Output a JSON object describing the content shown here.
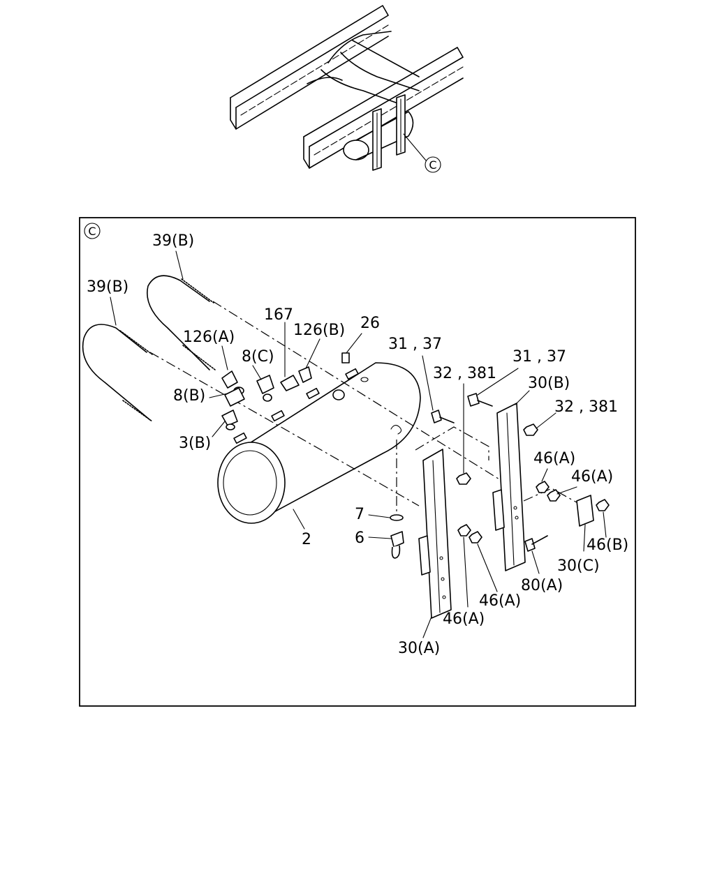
{
  "overview": {
    "callout": "C"
  },
  "detail": {
    "callout": "C",
    "labels": {
      "l39b_1": "39(B)",
      "l39b_2": "39(B)",
      "l167": "167",
      "l126a": "126(A)",
      "l126b": "126(B)",
      "l26": "26",
      "l8c": "8(C)",
      "l8b": "8(B)",
      "l3b": "3(B)",
      "l31_37_a": "31 , 37",
      "l31_37_b": "31 , 37",
      "l32_381_a": "32 , 381",
      "l32_381_b": "32 , 381",
      "l30b": "30(B)",
      "l46a_1": "46(A)",
      "l46a_2": "46(A)",
      "l46a_3": "46(A)",
      "l46a_4": "46(A)",
      "l46b": "46(B)",
      "l30c": "30(C)",
      "l80a": "80(A)",
      "l30a": "30(A)",
      "l7": "7",
      "l6": "6",
      "l2": "2"
    }
  }
}
